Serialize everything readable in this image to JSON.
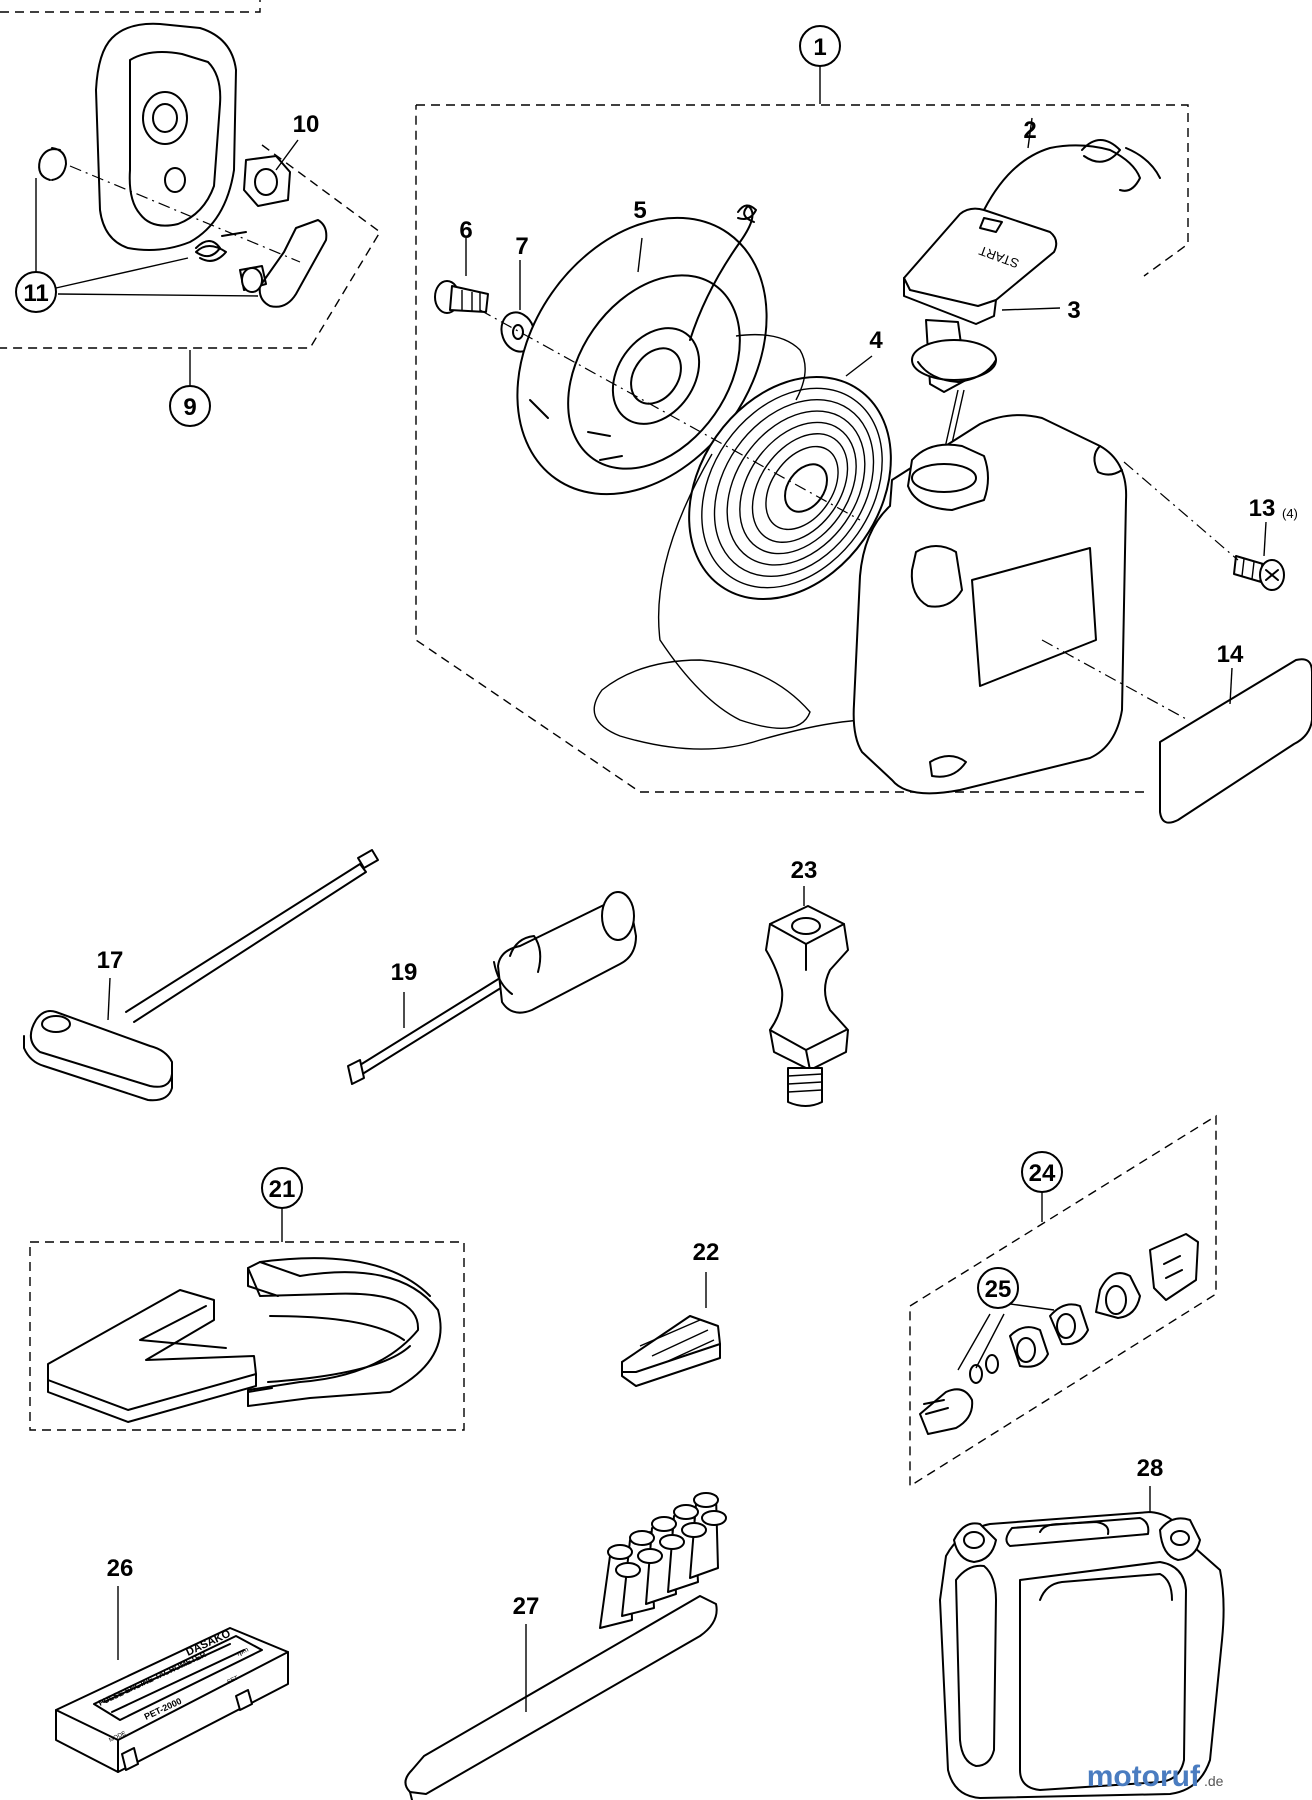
{
  "callouts": {
    "c1": "1",
    "c2": "2",
    "c3": "3",
    "c4": "4",
    "c5": "5",
    "c6": "6",
    "c7": "7",
    "c9": "9",
    "c10": "10",
    "c11": "11",
    "c13": "13",
    "c13q": "(4)",
    "c14": "14",
    "c17": "17",
    "c19": "19",
    "c21": "21",
    "c22": "22",
    "c23": "23",
    "c24": "24",
    "c25": "25",
    "c26": "26",
    "c27": "27",
    "c28": "28"
  },
  "part_labels": {
    "start_grip": "START",
    "tacho_brand": "DASAKO",
    "tacho_title": "PULSE ENGINE TACHOMETER",
    "tacho_model": "PET-2000",
    "tacho_rpm": "rpm",
    "tacho_mode": "MODE",
    "tacho_set": "SET"
  },
  "watermark": {
    "name": "motoruf",
    "suffix": ".de"
  },
  "colors": {
    "line": "#000000",
    "background": "#ffffff"
  }
}
